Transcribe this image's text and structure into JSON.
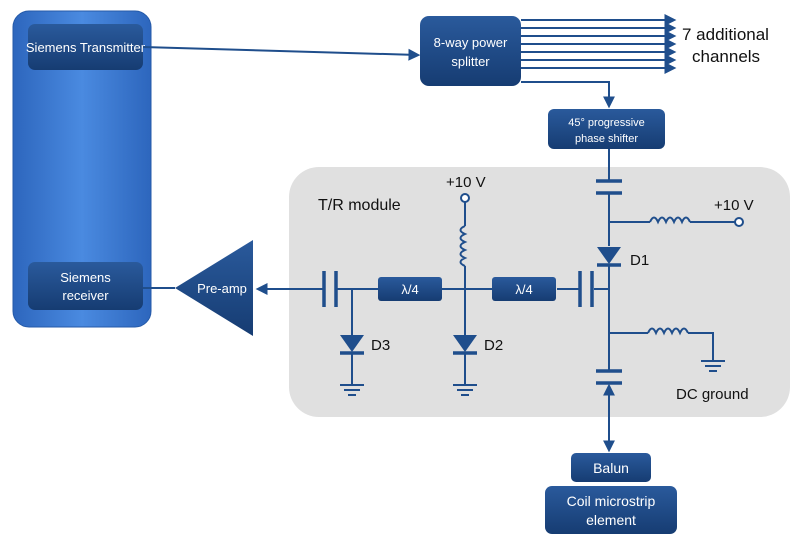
{
  "blocks": {
    "transmitter": "Siemens Transmitter",
    "receiver_line1": "Siemens",
    "receiver_line2": "receiver",
    "splitter_line1": "8-way power",
    "splitter_line2": "splitter",
    "phase_line1": "45° progressive",
    "phase_line2": "phase shifter",
    "preamp": "Pre-amp",
    "lambda1": "λ/4",
    "lambda2": "λ/4",
    "balun": "Balun",
    "coil_line1": "Coil microstrip",
    "coil_line2": "element"
  },
  "labels": {
    "additional_line1": "7 additional",
    "additional_line2": "channels",
    "tr_module": "T/R module",
    "vplus_top": "+10 V",
    "vplus_right": "+10 V",
    "d1": "D1",
    "d2": "D2",
    "d3": "D3",
    "dc_ground": "DC ground"
  },
  "colors": {
    "block_fill": "#1f4e8c",
    "panel_fill": "#3a7bd5",
    "module_fill": "#e0e0e0",
    "wire": "#1f4e8c"
  }
}
